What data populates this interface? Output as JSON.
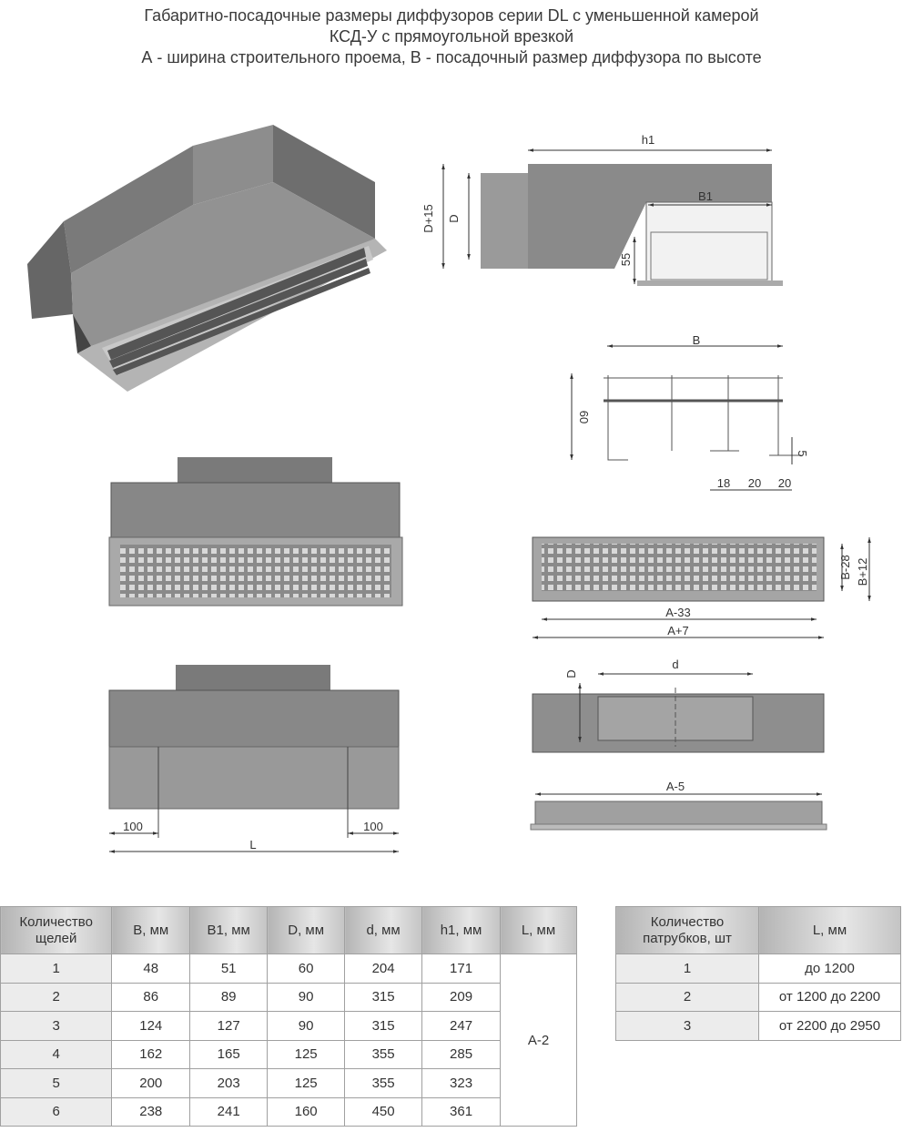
{
  "title": {
    "line1": "Габаритно-посадочные размеры диффузоров серии DL с уменьшенной камерой",
    "line2": "КСД-У с прямоугольной врезкой",
    "line3": "А - ширина строительного проема, В - посадочный размер диффузора по высоте"
  },
  "drawings": {
    "side_section": {
      "h1": "h1",
      "B1": "B1",
      "D15": "D+15",
      "D": "D",
      "h55": "55"
    },
    "profile": {
      "B": "B",
      "h60": "60",
      "s5": "5",
      "w18": "18",
      "w20a": "20",
      "w20b": "20"
    },
    "grille_face": {
      "B28": "B-28",
      "B12": "B+12",
      "A33": "A-33",
      "A7": "A+7"
    },
    "bottom_view": {
      "left100": "100",
      "right100": "100",
      "L": "L"
    },
    "top_view": {
      "D": "D",
      "d": "d"
    },
    "grille_side": {
      "A5": "A-5"
    }
  },
  "table_main": {
    "headers": [
      "Количество щелей",
      "B, мм",
      "B1, мм",
      "D, мм",
      "d, мм",
      "h1, мм",
      "L, мм"
    ],
    "rows": [
      [
        "1",
        "48",
        "51",
        "60",
        "204",
        "171"
      ],
      [
        "2",
        "86",
        "89",
        "90",
        "315",
        "209"
      ],
      [
        "3",
        "124",
        "127",
        "90",
        "315",
        "247"
      ],
      [
        "4",
        "162",
        "165",
        "125",
        "355",
        "285"
      ],
      [
        "5",
        "200",
        "203",
        "125",
        "355",
        "323"
      ],
      [
        "6",
        "238",
        "241",
        "160",
        "450",
        "361"
      ]
    ],
    "L_value": "A-2"
  },
  "table_nozzles": {
    "headers": [
      "Количество патрубков, шт",
      "L, мм"
    ],
    "rows": [
      [
        "1",
        "до 1200"
      ],
      [
        "2",
        "от 1200 до 2200"
      ],
      [
        "3",
        "от 2200 до 2950"
      ]
    ]
  }
}
